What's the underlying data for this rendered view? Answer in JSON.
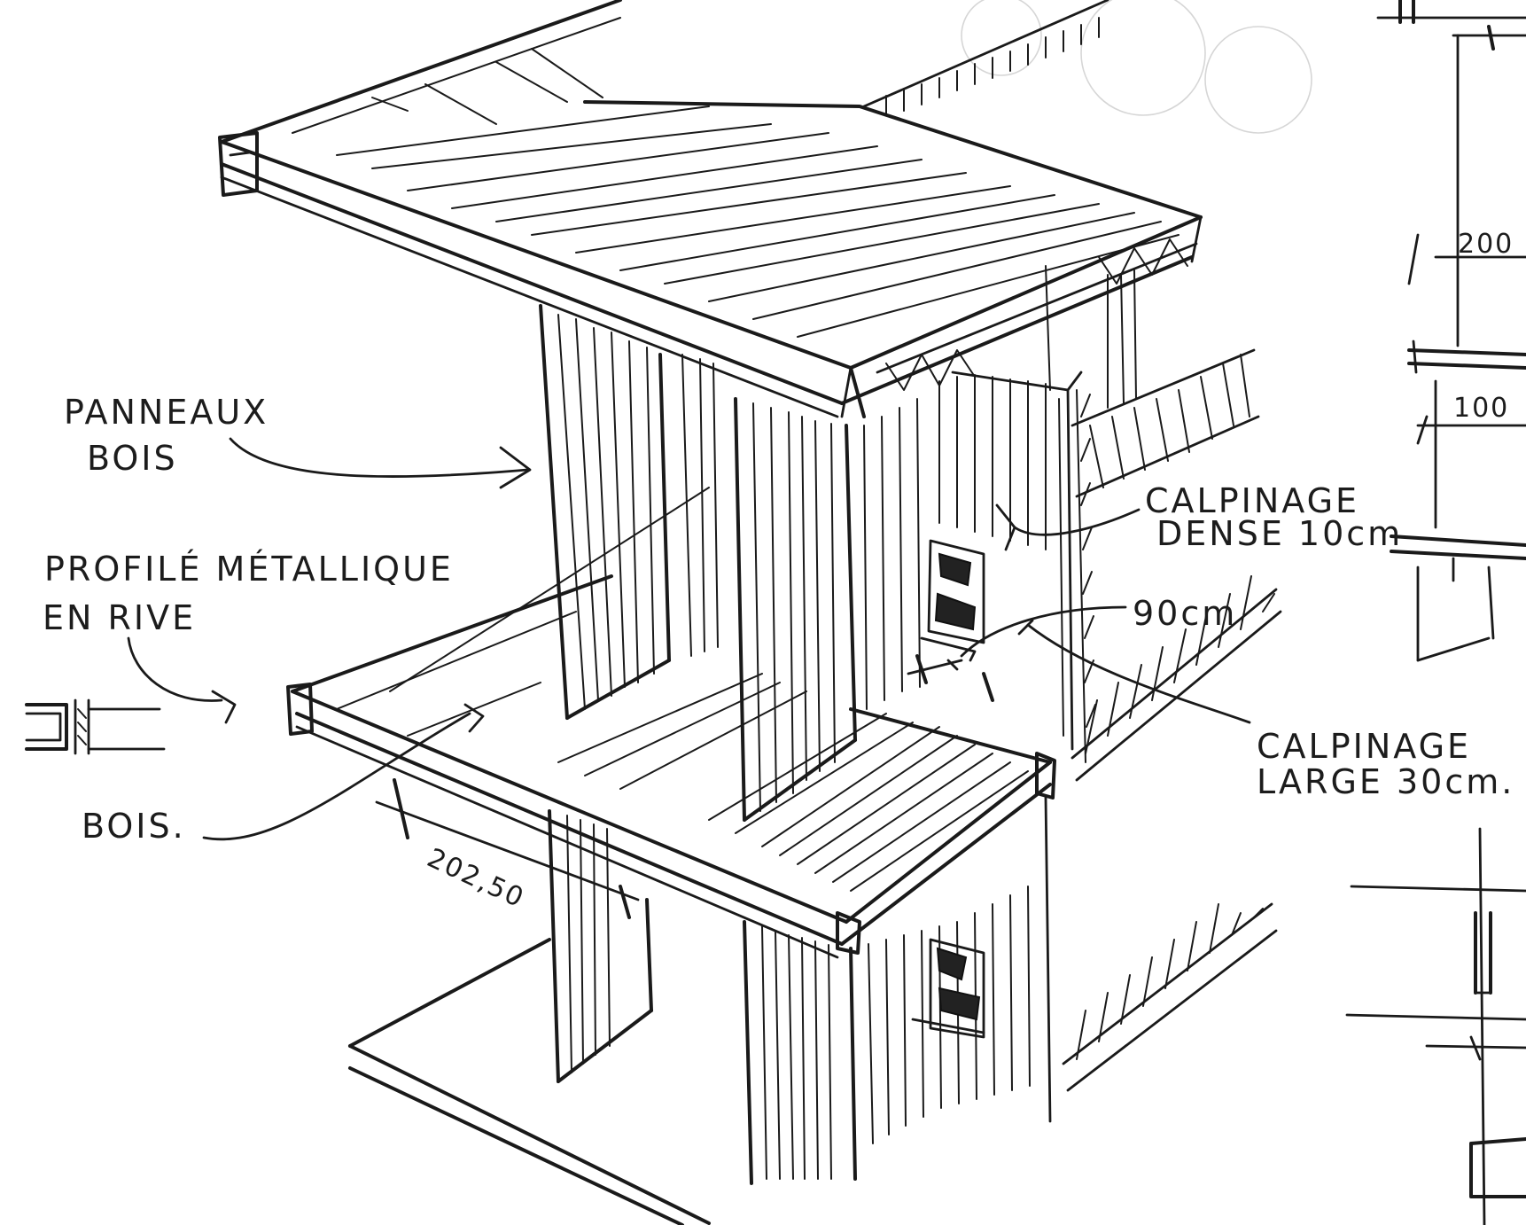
{
  "labels": {
    "panneaux_line1": "PANNEAUX",
    "panneaux_line2": "BOIS",
    "profile_line1": "PROFILÉ MÉTALLIQUE",
    "profile_line2": "EN RIVE",
    "bois": "BOIS.",
    "calpinage_dense_line1": "CALPINAGE",
    "calpinage_dense_line2": "DENSE 10cm",
    "dim_90": "90cm",
    "calpinage_large_line1": "CALPINAGE",
    "calpinage_large_line2": "LARGE 30cm."
  },
  "dimensions": {
    "d_202_50": "202,50",
    "d_200": "200",
    "d_100": "100"
  },
  "colors": {
    "ink": "#1a1a1a",
    "paper": "#ffffff"
  }
}
